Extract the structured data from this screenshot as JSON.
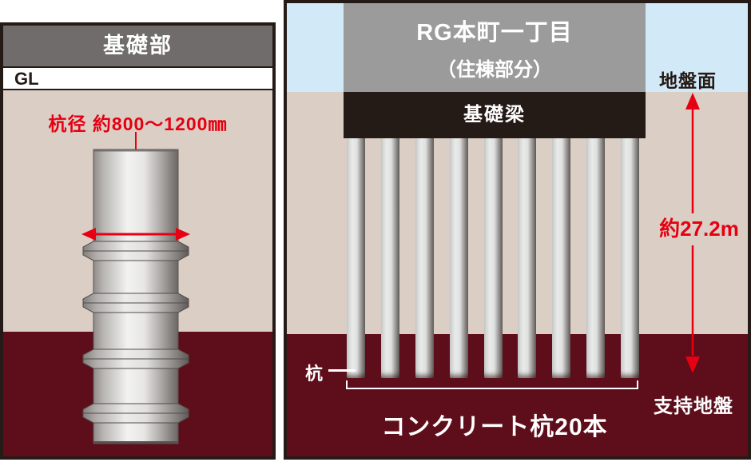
{
  "diagram": {
    "type": "building-pile-foundation-cross-section"
  },
  "colors": {
    "accent_red": "#e60012",
    "outline_black": "#241a16",
    "sky_blue": "#d2e9f7",
    "upper_soil_beige": "#dbcec5",
    "bearing_stratum_maroon": "#5e0d1b",
    "title_bar_gray": "#6f6c6b",
    "building_gray": "#9b9b9b",
    "pile_metal_light": "#e9ebea"
  },
  "left_panel": {
    "title": "基礎部",
    "ground_level_label": "GL",
    "pile_diameter_label": "杭径 約800～1200㎜"
  },
  "right_panel": {
    "building_name": "RG本町一丁目",
    "building_subtitle": "（住棟部分）",
    "foundation_beam_label": "基礎梁",
    "ground_surface_label": "地盤面",
    "pile_depth_label": "約27.2m",
    "pile_pointer_label": "杭",
    "pile_count_label": "コンクリート杭20本",
    "bearing_stratum_label": "支持地盤",
    "visible_pile_count": 9
  }
}
